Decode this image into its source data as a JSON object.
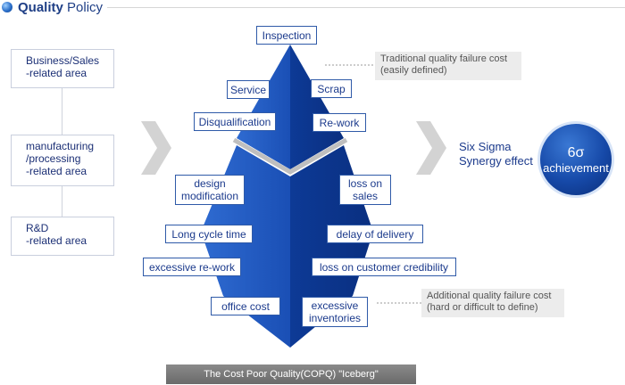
{
  "header": {
    "title_prefix": "Quality",
    "title_suffix": " Policy"
  },
  "left_areas": [
    {
      "line1": "Business/Sales",
      "line2": "-related area"
    },
    {
      "line1": "manufacturing",
      "line2": "/processing",
      "line3": "-related area"
    },
    {
      "line1": "R&D",
      "line2": "-related area"
    }
  ],
  "iceberg": {
    "top": "Inspection",
    "left_upper": [
      "Service",
      "Disqualification"
    ],
    "right_upper": [
      "Scrap",
      "Re-work"
    ],
    "left_lower": [
      {
        "line1": "design",
        "line2": "modification"
      },
      {
        "line1": "Long cycle time"
      },
      {
        "line1": "excessive re-work"
      },
      {
        "line1": "office cost"
      }
    ],
    "right_lower": [
      {
        "line1": "loss on",
        "line2": "sales"
      },
      {
        "line1": "delay of delivery"
      },
      {
        "line1": "loss on customer credibility"
      },
      {
        "line1": "excessive",
        "line2": "inventories"
      }
    ]
  },
  "callouts": {
    "traditional": {
      "line1": "Traditional quality failure cost",
      "line2": "(easily defined)"
    },
    "additional": {
      "line1": "Additional quality failure cost",
      "line2": "(hard or difficult to define)"
    }
  },
  "six_sigma": {
    "line1": "Six Sigma",
    "line2": "Synergy effect",
    "circle_top": "6σ",
    "circle_bottom": "achievement"
  },
  "caption": "The Cost Poor Quality(COPQ) \"Iceberg\"",
  "colors": {
    "pyramid_dark": "#0d3a96",
    "pyramid_light": "#2f6bd1",
    "label_border": "#2f5aa8",
    "callout_bg": "#ececec"
  }
}
